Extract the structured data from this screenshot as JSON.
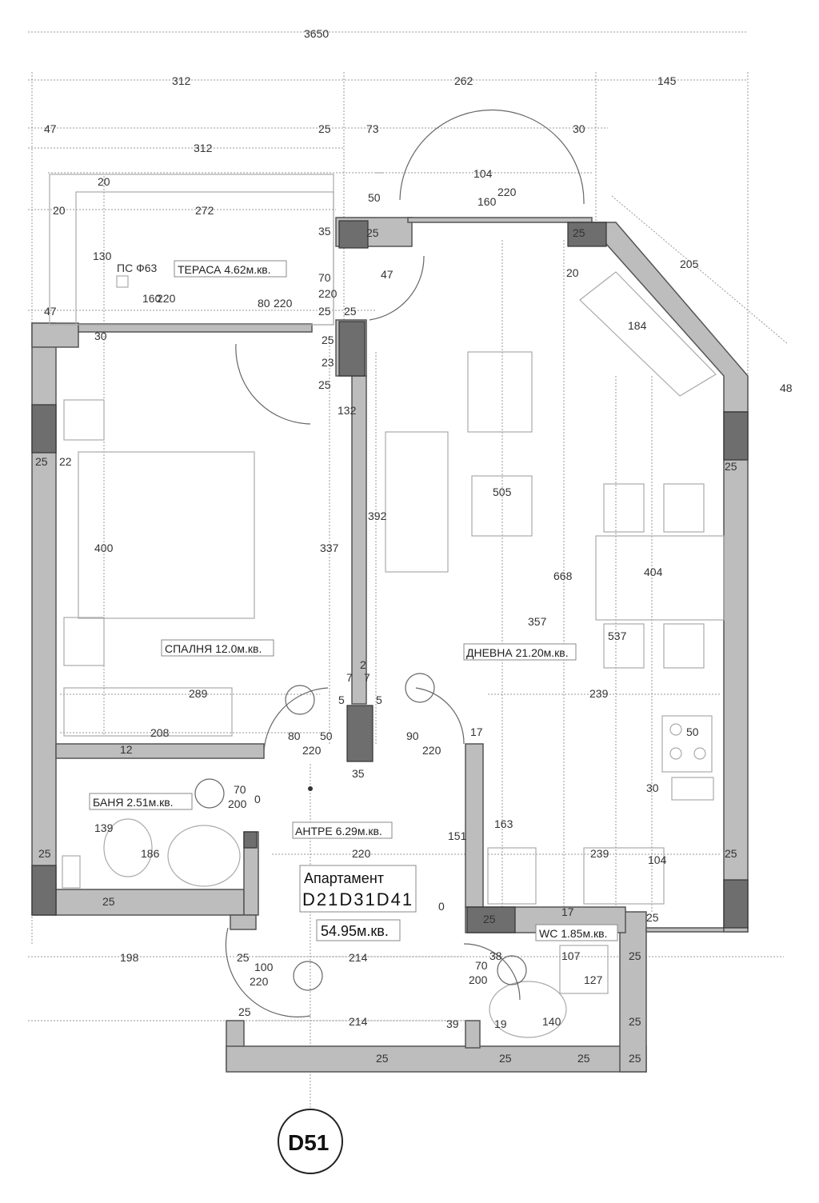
{
  "dimensions": {
    "overall": "3650",
    "top_312": "312",
    "top_262": "262",
    "top_145": "145",
    "d47a": "47",
    "d25a": "25",
    "d73": "73",
    "d30a": "30",
    "d312b": "312",
    "d20a": "20",
    "d104": "104",
    "d20b": "20",
    "d272": "272",
    "d50a": "50",
    "d160a": "160",
    "d220a": "220",
    "d35a": "35",
    "d25b": "25",
    "d25c": "25",
    "d205": "205",
    "d130": "130",
    "d70a": "70",
    "d220b": "220",
    "d47b": "47",
    "d20c": "20",
    "d160b": "160",
    "d220c": "220",
    "d80a": "80",
    "d220d": "220",
    "d184": "184",
    "d47c": "47",
    "d25d": "25",
    "d25e": "25",
    "d30b": "30",
    "d25f": "25",
    "d23": "23",
    "d25g": "25",
    "d48": "48",
    "d132": "132",
    "d25h": "25",
    "d22": "22",
    "d25i": "25",
    "d400": "400",
    "d337": "337",
    "d392": "392",
    "d505": "505",
    "d404": "404",
    "d668": "668",
    "d357": "357",
    "d537": "537",
    "d289": "289",
    "d239a": "239",
    "d7a": "7",
    "d7b": "7",
    "d5a": "5",
    "d5b": "5",
    "d2": "2",
    "d208": "208",
    "d12": "12",
    "d80b": "80",
    "d220e": "220",
    "d50b": "50",
    "d90": "90",
    "d220f": "220",
    "d17a": "17",
    "d50c": "50",
    "d35b": "35",
    "d70b": "70",
    "d200a": "200",
    "d0a": "0",
    "d30c": "30",
    "d139": "139",
    "d186": "186",
    "d151": "151",
    "d163": "163",
    "d220g": "220",
    "d239b": "239",
    "d104b": "104",
    "d25j": "25",
    "d25k": "25",
    "d25l": "25",
    "d0b": "0",
    "d25m": "25",
    "d17b": "17",
    "d25n": "25",
    "d198": "198",
    "d25o": "25",
    "d214a": "214",
    "d38": "38",
    "d107": "107",
    "d25p": "25",
    "d100": "100",
    "d220h": "220",
    "d70c": "70",
    "d200b": "200",
    "d127": "127",
    "d25q": "25",
    "d214b": "214",
    "d39": "39",
    "d19": "19",
    "d140": "140",
    "d25r": "25",
    "d25s": "25",
    "d25t": "25",
    "d25u": "25",
    "d25v": "25"
  },
  "rooms": {
    "terrace": "ТЕРАСА 4.62м.кв.",
    "terrace_note": "ПС Ф63",
    "bedroom": "СПАЛНЯ 12.0м.кв.",
    "living": "ДНЕВНА 21.20м.кв.",
    "bathroom": "БАНЯ 2.51м.кв.",
    "hall": "АНТРЕ 6.29м.кв.",
    "wc": "WC 1.85м.кв."
  },
  "apartment": {
    "title": "Апартамент",
    "code": "D21D31D41",
    "area": "54.95м.кв."
  },
  "axis_marker": "D51"
}
